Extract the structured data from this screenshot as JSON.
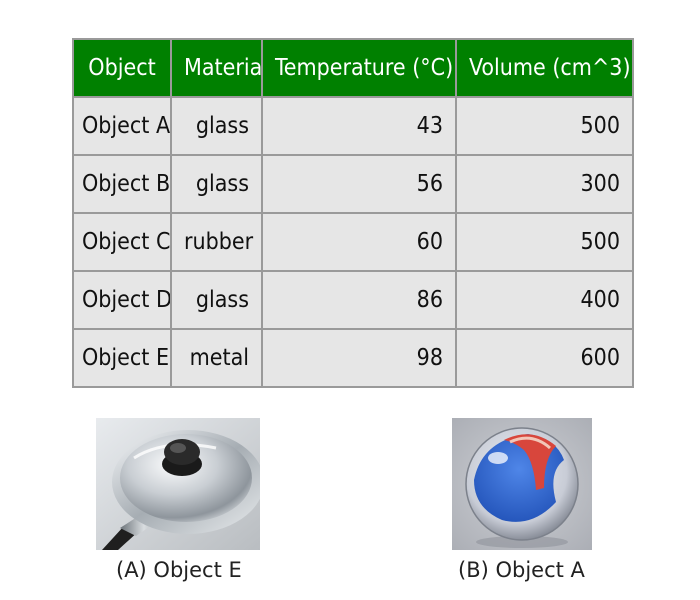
{
  "table": {
    "headers": [
      "Object",
      "Material",
      "Temperature (°C)",
      "Volume (cm^3)"
    ],
    "rows": [
      {
        "object": "Object A",
        "material": "glass",
        "temperature": "43",
        "volume": "500"
      },
      {
        "object": "Object B",
        "material": "glass",
        "temperature": "56",
        "volume": "300"
      },
      {
        "object": "Object C",
        "material": "rubber",
        "temperature": "60",
        "volume": "500"
      },
      {
        "object": "Object D",
        "material": "glass",
        "temperature": "86",
        "volume": "400"
      },
      {
        "object": "Object E",
        "material": "metal",
        "temperature": "98",
        "volume": "600"
      }
    ],
    "header_color": "#008000",
    "cell_color": "#e6e6e6"
  },
  "images": [
    {
      "caption": "(A) Object E",
      "depicts": "pot-lid-photo"
    },
    {
      "caption": "(B) Object A",
      "depicts": "marble-photo"
    }
  ]
}
